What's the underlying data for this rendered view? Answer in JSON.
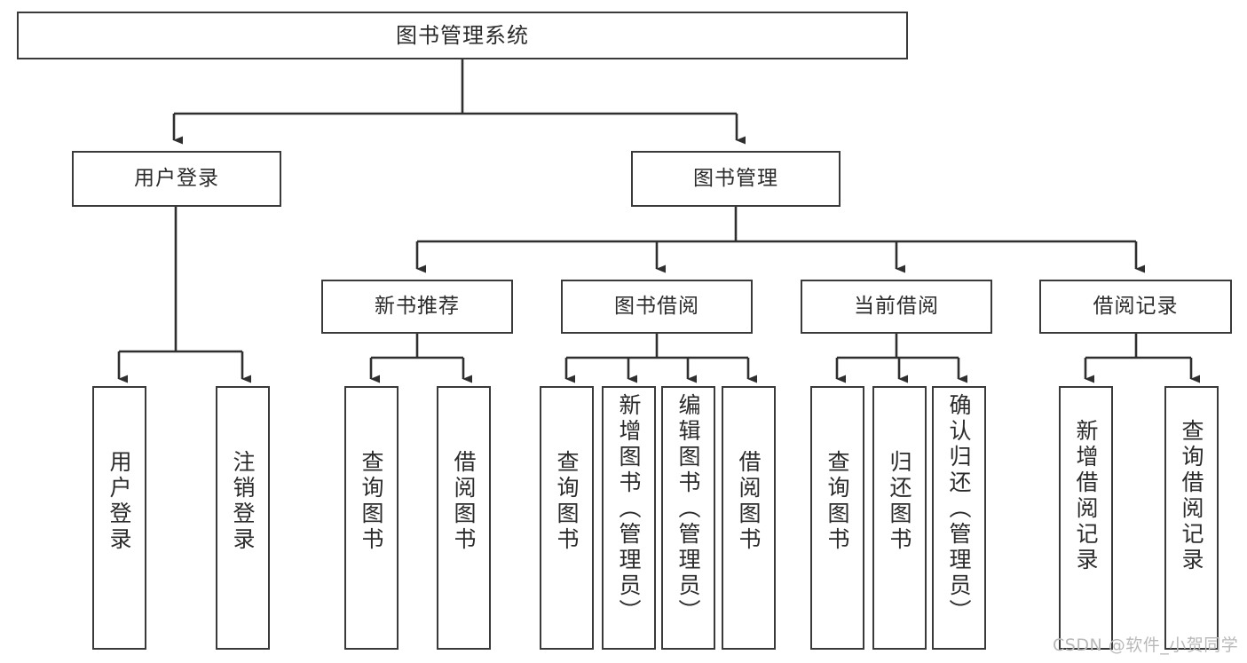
{
  "diagram": {
    "title": "图书管理系统",
    "type": "hierarchy-tree",
    "watermark": "CSDN @软件_小贺同学",
    "colors": {
      "box_border": "#3a3a3a",
      "box_fill": "#ffffff",
      "connector": "#2f2f2f",
      "text": "#2b2b2b",
      "watermark": "#b9b9b9",
      "background": "#ffffff"
    },
    "levels": {
      "root": "图书管理系统",
      "level2": [
        "用户登录",
        "图书管理"
      ],
      "level3": [
        "新书推荐",
        "图书借阅",
        "当前借阅",
        "借阅记录"
      ]
    },
    "nodes": {
      "root": {
        "label": "图书管理系统"
      },
      "user_login": {
        "label": "用户登录"
      },
      "book_manage": {
        "label": "图书管理"
      },
      "new_book_rec": {
        "label": "新书推荐"
      },
      "book_borrow": {
        "label": "图书借阅"
      },
      "current_borrow": {
        "label": "当前借阅"
      },
      "borrow_record": {
        "label": "借阅记录"
      }
    },
    "leaves": {
      "user_login": [
        {
          "label": "用户登录"
        },
        {
          "label": "注销登录"
        }
      ],
      "new_book_rec": [
        {
          "label": "查询图书"
        },
        {
          "label": "借阅图书"
        }
      ],
      "book_borrow": [
        {
          "label": "查询图书"
        },
        {
          "label": "新增图书（管理员）"
        },
        {
          "label": "编辑图书（管理员）"
        },
        {
          "label": "借阅图书"
        }
      ],
      "current_borrow": [
        {
          "label": "查询图书"
        },
        {
          "label": "归还图书"
        },
        {
          "label": "确认归还（管理员）"
        }
      ],
      "borrow_record": [
        {
          "label": "新增借阅记录"
        },
        {
          "label": "查询借阅记录"
        }
      ]
    }
  }
}
